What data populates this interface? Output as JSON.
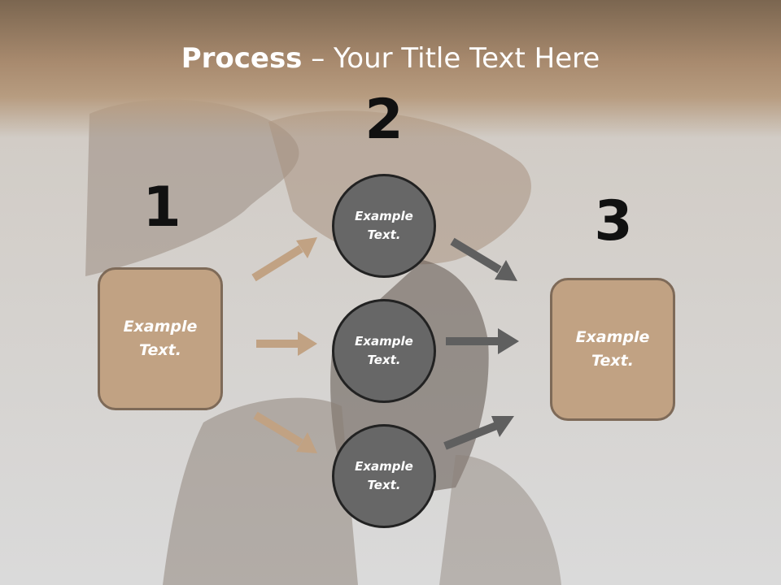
{
  "title": {
    "bold": "Process",
    "rest": " – Your Title Text Here"
  },
  "steps": [
    {
      "number": "1",
      "text": "Example Text."
    },
    {
      "number": "2",
      "text": "Example Text."
    },
    {
      "number": "3",
      "text": "Example Text."
    }
  ],
  "middle_items": [
    {
      "text": "Example Text."
    },
    {
      "text": "Example Text."
    },
    {
      "text": "Example Text."
    }
  ],
  "colors": {
    "box_fill": "#c1a283",
    "box_border": "#7e6a58",
    "circle_fill": "#676767",
    "circle_border": "#222222",
    "arrow_tan": "#c1a283",
    "arrow_gray": "#5f5f5f"
  }
}
